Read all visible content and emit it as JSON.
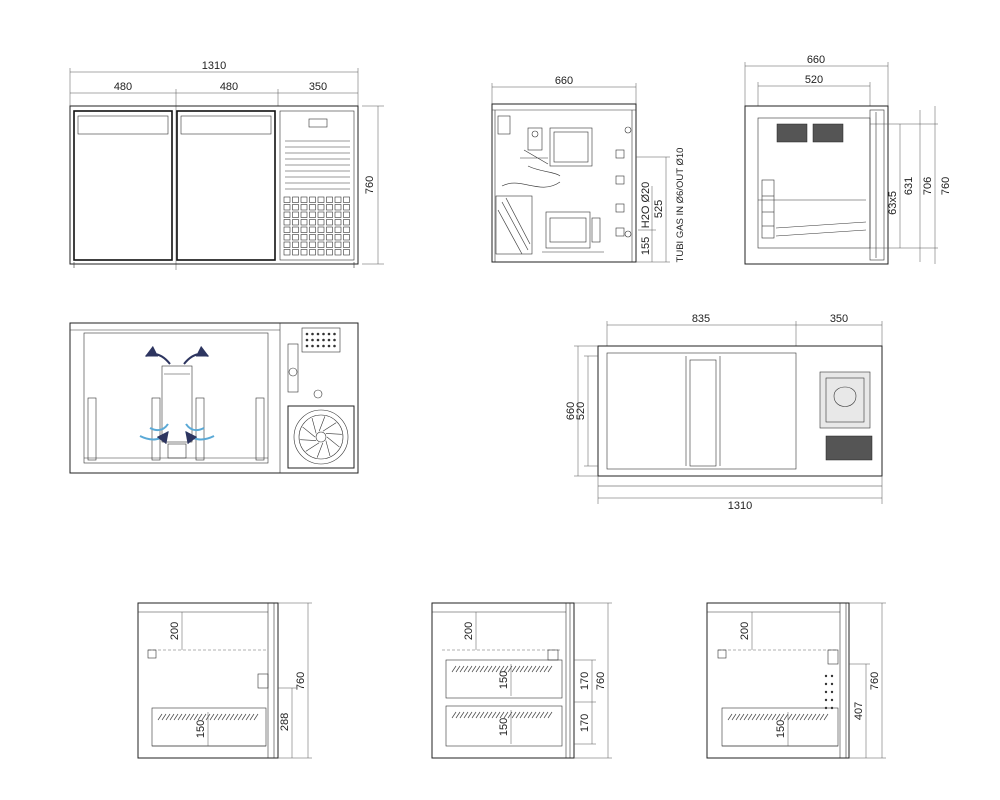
{
  "front_view": {
    "overall_width": "1310",
    "door_left": "480",
    "door_right": "480",
    "unit_width": "350",
    "height": "760"
  },
  "side_view": {
    "depth": "660",
    "height_525": "525",
    "water": "H2O Ø20",
    "height_155": "155",
    "gas_pipes": "TUBI GAS IN Ø6/OUT Ø10"
  },
  "right_view": {
    "depth": "660",
    "inner_width": "520",
    "shelf": "63x5",
    "height_631": "631",
    "height_706": "706",
    "height_760": "760"
  },
  "top_view": {
    "cabinet": "835",
    "unit": "350",
    "depth": "660",
    "inner": "520",
    "width": "1310"
  },
  "section_a": {
    "top": "200",
    "drawer": "150",
    "height_288": "288",
    "height": "760"
  },
  "section_b": {
    "top": "200",
    "drawer_upper": "150",
    "drawer_lower": "150",
    "h170_upper": "170",
    "h170_lower": "170",
    "height": "760"
  },
  "section_c": {
    "top": "200",
    "drawer": "150",
    "height_407": "407",
    "height": "760"
  }
}
